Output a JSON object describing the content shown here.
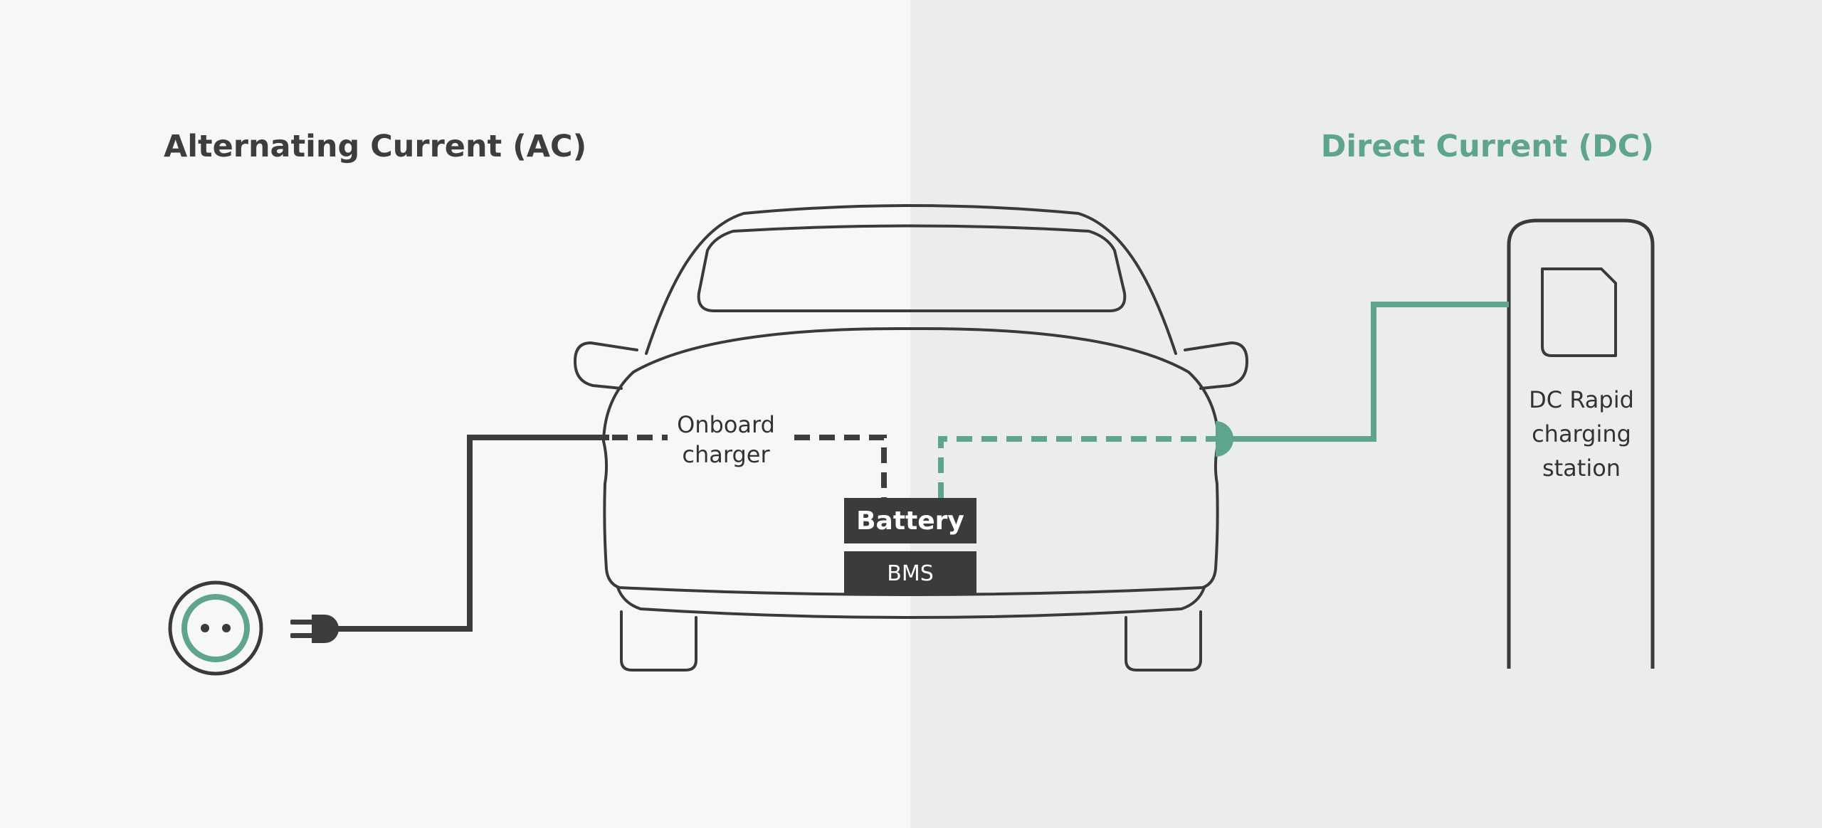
{
  "headings": {
    "ac": "Alternating Current (AC)",
    "dc": "Direct Current (DC)"
  },
  "labels": {
    "onboard_charger_line1": "Onboard",
    "onboard_charger_line2": "charger",
    "battery": "Battery",
    "bms": "BMS",
    "station_line1": "DC Rapid",
    "station_line2": "charging",
    "station_line3": "station"
  },
  "colors": {
    "ac_line": "#3d3d3d",
    "dc_line": "#5fa58b",
    "outline": "#3a3a3a",
    "box_fill": "#3b3b3d",
    "left_background": "#f6f7f9",
    "right_background": "#ebecee"
  }
}
